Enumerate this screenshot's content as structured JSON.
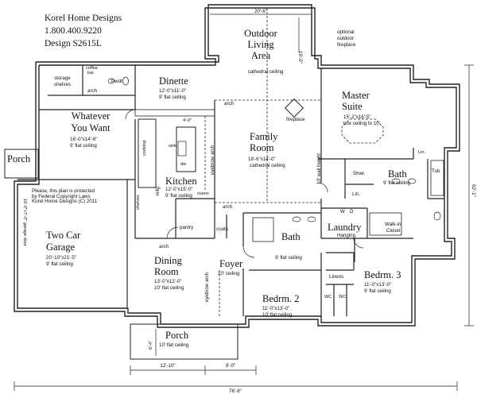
{
  "header": {
    "company": "Korel Home Designs",
    "phone": "1.800.400.9220",
    "design": "Design S2615L"
  },
  "notice": [
    "Please, this plan is protected",
    "by Federal Copyright Laws",
    "Korel Home Designs (C) 2011"
  ],
  "rooms": {
    "outdoor": {
      "name1": "Outdoor",
      "name2": "Living",
      "name3": "Area",
      "ceiling": "cathedral ceiling",
      "width_dim": "20'-6\"",
      "depth_dim": "16'-0\""
    },
    "fireplace_note": [
      "optional",
      "outdoor",
      "fireplace"
    ],
    "master": {
      "name1": "Master",
      "name2": "Suite",
      "size": "15'-2\"x16'-5\"",
      "ceiling": "box ceiling to 10'"
    },
    "dinette": {
      "name": "Dinette",
      "size": "12'-0\"x11'-0\"",
      "ceiling": "9' flat ceiling"
    },
    "whatever": {
      "name1": "Whatever",
      "name2": "You Want",
      "size": "16'-0\"x14'-6\"",
      "ceiling": "9' flat ceiling"
    },
    "family": {
      "name1": "Family",
      "name2": "Room",
      "size": "18'-6\"x14'-0\"",
      "ceiling": "cathedral ceiling"
    },
    "kitchen": {
      "name": "Kitchen",
      "size": "12'-0\"x15'-0\"",
      "ceiling": "9' flat ceiling"
    },
    "garage": {
      "name1": "Two Car",
      "name2": "Garage",
      "size": "20'-10\"x21'-5\"",
      "ceiling": "9' flat ceiling",
      "door": "16'-0\"x7'-0\" garage door"
    },
    "dining": {
      "name1": "Dining",
      "name2": "Room",
      "size": "13'-0\"x12'-0\"",
      "ceiling": "10' flat ceiling"
    },
    "foyer": {
      "name": "Foyer",
      "ceiling": "10' ceiling"
    },
    "bath_hall": {
      "name": "Bath",
      "ceiling": "9' flat ceiling"
    },
    "bath_master": {
      "name": "Bath",
      "ceiling": "9' flat ceiling"
    },
    "laundry": {
      "name": "Laundry",
      "hanging": "Hanging"
    },
    "bedrm2": {
      "name": "Bedrm. 2",
      "size": "11'-0\"x13'-0\"",
      "ceiling": "10' flat ceiling"
    },
    "bedrm3": {
      "name": "Bedrm. 3",
      "size": "11'-0\"x13'-0\"",
      "ceiling": "9' flat ceiling"
    },
    "porch_side": {
      "name": "Porch"
    },
    "porch_front": {
      "name": "Porch",
      "ceiling": "10' flat ceiling",
      "depth_dim": "6'-4\""
    }
  },
  "labels": {
    "storage": "storage",
    "shelves": "shelves",
    "coffee": "coffee",
    "bar": "bar",
    "pwdr": "Pwdr.",
    "arch": "arch",
    "fireplace": "fireplace",
    "eyebrow_arch": "eyebrow arch",
    "wall_height": "10' wall height",
    "sink": "sink",
    "dw": "dw",
    "cooktop": "cooktop",
    "refg": "refg.",
    "ovens": "ovens",
    "shelves_v": "shelves",
    "pantry": "pantry",
    "coats": "coats",
    "shwr": "Shwr.",
    "lin": "Lin.",
    "tub": "Tub",
    "walkin1": "Walk-in",
    "walkin2": "Closet",
    "linens": "Linens",
    "wc": "WC",
    "w": "W",
    "d": "D",
    "kitchen_dim": "4'-0\""
  },
  "dims": {
    "left": "12'-10\"",
    "middle": "9'-0\"",
    "total_width": "76'-8\"",
    "total_depth": "62'-1\""
  }
}
